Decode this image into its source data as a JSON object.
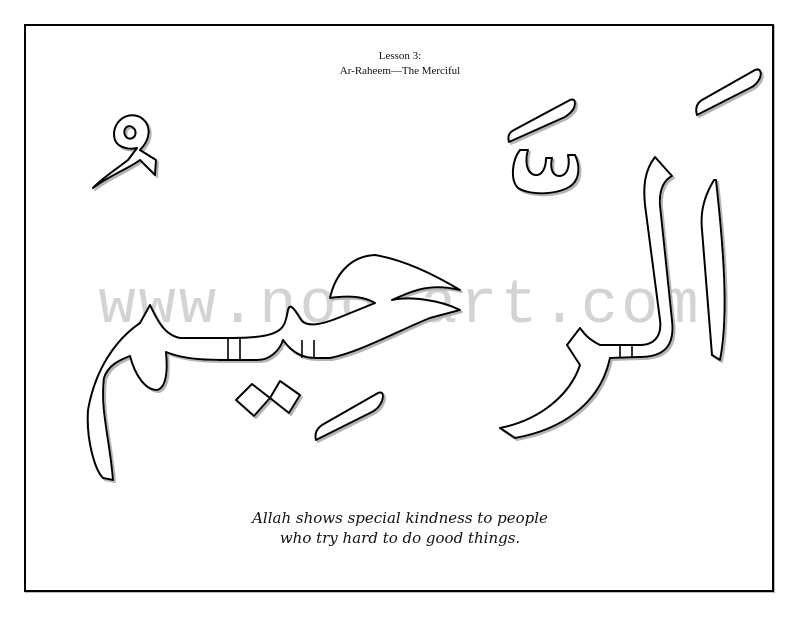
{
  "header": {
    "lesson": "Lesson 3:",
    "subtitle": "Ar-Raheem—The Merciful"
  },
  "calligraphy": {
    "word": "الرَّحِيمُ",
    "transliteration": "Ar-Raheem",
    "style": "outline coloring page"
  },
  "watermark": {
    "text": "www.noorart.com",
    "color": "#d3d3d3"
  },
  "caption": {
    "line1": "Allah shows special kindness to people",
    "line2": "who try hard to do good things."
  },
  "colors": {
    "outline": "#000000",
    "shadow": "#b5b5b5",
    "fill": "#ffffff",
    "frame": "#000000"
  }
}
